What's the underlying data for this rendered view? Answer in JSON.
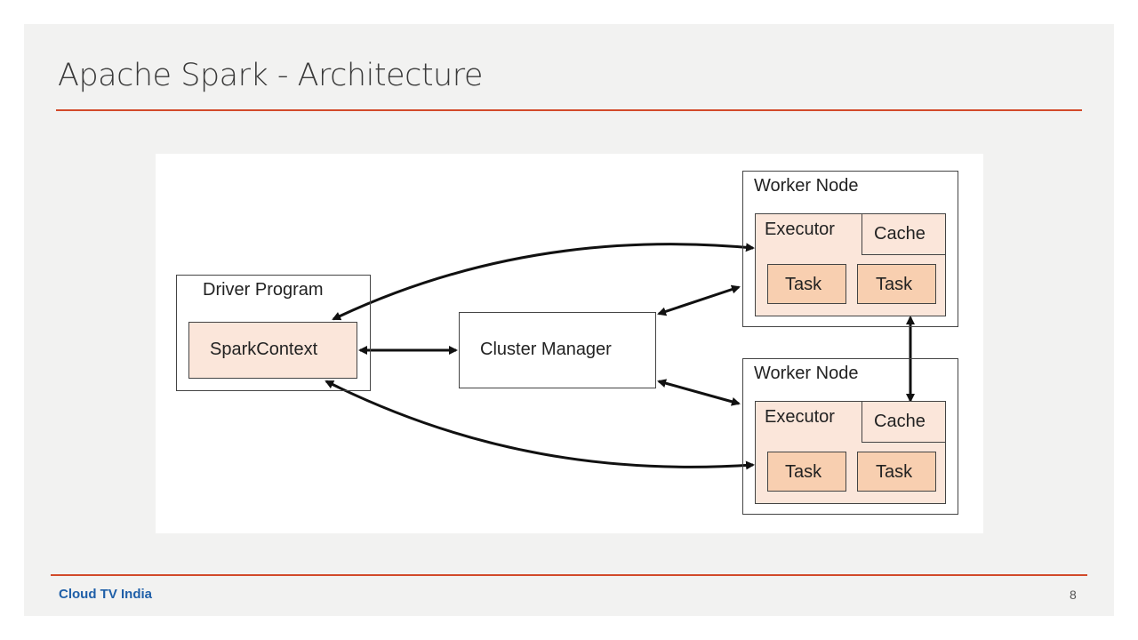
{
  "slide": {
    "title": "Apache Spark - Architecture",
    "footer_brand": "Cloud TV India",
    "page_number": "8"
  },
  "colors": {
    "slide_bg": "#f2f2f1",
    "accent_rule": "#d24a2a",
    "brand_text": "#1f5fa8",
    "context_fill": "#fbe6da",
    "executor_fill": "#fbe6da",
    "task_fill": "#f8cfb0",
    "box_border": "#444444"
  },
  "diagram": {
    "driver_program": {
      "label": "Driver Program",
      "spark_context": "SparkContext"
    },
    "cluster_manager": {
      "label": "Cluster Manager"
    },
    "worker_nodes": [
      {
        "label": "Worker Node",
        "executor": "Executor",
        "cache": "Cache",
        "tasks": [
          "Task",
          "Task"
        ]
      },
      {
        "label": "Worker Node",
        "executor": "Executor",
        "cache": "Cache",
        "tasks": [
          "Task",
          "Task"
        ]
      }
    ]
  }
}
